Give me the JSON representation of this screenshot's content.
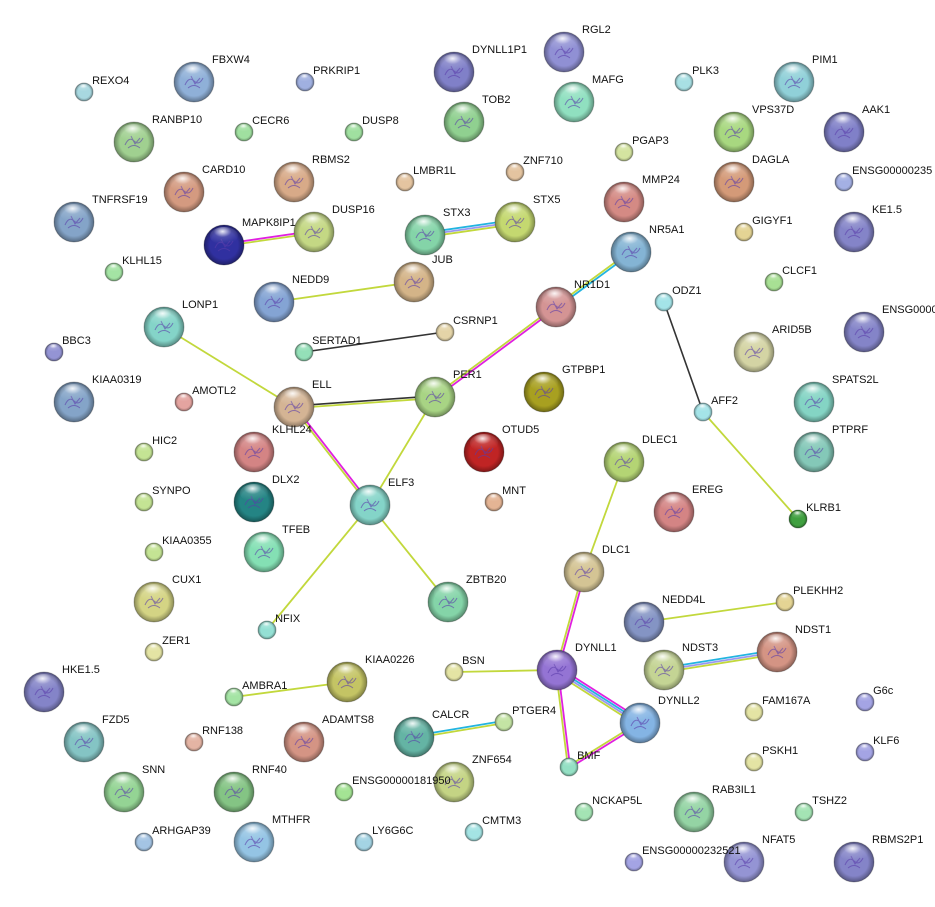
{
  "evidence_colors": {
    "magenta": "#e020e0",
    "yellowgreen": "#c2d83c",
    "blue": "#22b4e0",
    "purple": "#9a96f0",
    "dark": "#333333"
  },
  "nodes": [
    {
      "label": "REXO4",
      "color": "#a8d8e0",
      "structure": false
    },
    {
      "label": "FBXW4",
      "color": "#8fb0d8",
      "structure": true
    },
    {
      "label": "PRKRIP1",
      "color": "#a0b0e0",
      "structure": false
    },
    {
      "label": "DYNLL1P1",
      "color": "#8080c8",
      "structure": true
    },
    {
      "label": "RGL2",
      "color": "#9090d4",
      "structure": true
    },
    {
      "label": "PLK3",
      "color": "#a8e0e4",
      "structure": false
    },
    {
      "label": "PIM1",
      "color": "#90d0d8",
      "structure": true
    },
    {
      "label": "RANBP10",
      "color": "#a0d090",
      "structure": true
    },
    {
      "label": "CECR6",
      "color": "#a0e0a0",
      "structure": false
    },
    {
      "label": "DUSP8",
      "color": "#a0e0a0",
      "structure": false
    },
    {
      "label": "TOB2",
      "color": "#90d090",
      "structure": true
    },
    {
      "label": "MAFG",
      "color": "#90e0c0",
      "structure": true
    },
    {
      "label": "VPS37D",
      "color": "#a8d880",
      "structure": true
    },
    {
      "label": "AAK1",
      "color": "#8080c8",
      "structure": true
    },
    {
      "label": "PGAP3",
      "color": "#d4e4a0",
      "structure": false
    },
    {
      "label": "CARD10",
      "color": "#d49a80",
      "structure": true
    },
    {
      "label": "RBMS2",
      "color": "#d8aa88",
      "structure": true
    },
    {
      "label": "LMBR1L",
      "color": "#e4c4a0",
      "structure": false
    },
    {
      "label": "ZNF710",
      "color": "#e4c4a0",
      "structure": false
    },
    {
      "label": "DAGLA",
      "color": "#d49a78",
      "structure": true
    },
    {
      "label": "ENSG00000235",
      "color": "#a4b0e4",
      "structure": false
    },
    {
      "label": "MMP24",
      "color": "#d48a84",
      "structure": true
    },
    {
      "label": "TNFRSF19",
      "color": "#84a4c8",
      "structure": true
    },
    {
      "label": "MAPK8IP1",
      "color": "#3030a0",
      "structure": true
    },
    {
      "label": "DUSP16",
      "color": "#c4d884",
      "structure": true
    },
    {
      "label": "STX3",
      "color": "#84d4a8",
      "structure": true
    },
    {
      "label": "STX5",
      "color": "#c4d870",
      "structure": true
    },
    {
      "label": "GIGYF1",
      "color": "#e4d494",
      "structure": false
    },
    {
      "label": "KE1.5",
      "color": "#8484c8",
      "structure": true
    },
    {
      "label": "NR5A1",
      "color": "#84b4d4",
      "structure": true
    },
    {
      "label": "KLHL15",
      "color": "#a4e4a4",
      "structure": false
    },
    {
      "label": "CLCF1",
      "color": "#a8e094",
      "structure": false
    },
    {
      "label": "NEDD9",
      "color": "#84a4d4",
      "structure": true
    },
    {
      "label": "JUB",
      "color": "#d4b488",
      "structure": true
    },
    {
      "label": "ODZ1",
      "color": "#a4e4e8",
      "structure": false
    },
    {
      "label": "NR1D1",
      "color": "#d49494",
      "structure": true
    },
    {
      "label": "LONP1",
      "color": "#84d4c8",
      "structure": true
    },
    {
      "label": "ENSG0000",
      "color": "#8484c8",
      "structure": true
    },
    {
      "label": "CSRNP1",
      "color": "#e4d4a8",
      "structure": false
    },
    {
      "label": "SERTAD1",
      "color": "#94e0b8",
      "structure": false
    },
    {
      "label": "BBC3",
      "color": "#9494d4",
      "structure": false
    },
    {
      "label": "ARID5B",
      "color": "#d4d4a4",
      "structure": true
    },
    {
      "label": "GTPBP1",
      "color": "#a8a020",
      "structure": true
    },
    {
      "label": "PER1",
      "color": "#a8d484",
      "structure": true
    },
    {
      "label": "KIAA0319",
      "color": "#84a4c8",
      "structure": true
    },
    {
      "label": "AMOTL2",
      "color": "#e4a4a0",
      "structure": false
    },
    {
      "label": "ELL",
      "color": "#d4b494",
      "structure": true
    },
    {
      "label": "SPATS2L",
      "color": "#84d4c4",
      "structure": true
    },
    {
      "label": "AFF2",
      "color": "#a4e4e8",
      "structure": false
    },
    {
      "label": "HIC2",
      "color": "#c4e494",
      "structure": false
    },
    {
      "label": "KLHL24",
      "color": "#d48484",
      "structure": true
    },
    {
      "label": "OTUD5",
      "color": "#c02424",
      "structure": true
    },
    {
      "label": "PTPRF",
      "color": "#84c8b8",
      "structure": true
    },
    {
      "label": "DLEC1",
      "color": "#b4d474",
      "structure": true
    },
    {
      "label": "DLX2",
      "color": "#248484",
      "structure": true
    },
    {
      "label": "ELF3",
      "color": "#84d4c8",
      "structure": true
    },
    {
      "label": "SYNPO",
      "color": "#c4e494",
      "structure": false
    },
    {
      "label": "MNT",
      "color": "#e4b494",
      "structure": false
    },
    {
      "label": "EREG",
      "color": "#d48484",
      "structure": true
    },
    {
      "label": "KLRB1",
      "color": "#40a040",
      "structure": false
    },
    {
      "label": "KIAA0355",
      "color": "#c4e494",
      "structure": false
    },
    {
      "label": "TFEB",
      "color": "#84e0b4",
      "structure": true
    },
    {
      "label": "DLC1",
      "color": "#d4c494",
      "structure": true
    },
    {
      "label": "CUX1",
      "color": "#d4d484",
      "structure": true
    },
    {
      "label": "ZBTB20",
      "color": "#84d4a8",
      "structure": true
    },
    {
      "label": "PLEKHH2",
      "color": "#e4d494",
      "structure": false
    },
    {
      "label": "NFIX",
      "color": "#94e0d4",
      "structure": false
    },
    {
      "label": "NEDD4L",
      "color": "#8494c4",
      "structure": true
    },
    {
      "label": "ZER1",
      "color": "#e4e4a4",
      "structure": false
    },
    {
      "label": "NDST1",
      "color": "#d49484",
      "structure": true
    },
    {
      "label": "KIAA0226",
      "color": "#c4c464",
      "structure": true
    },
    {
      "label": "BSN",
      "color": "#e4e4a4",
      "structure": false
    },
    {
      "label": "DYNLL1",
      "color": "#9474d4",
      "structure": true
    },
    {
      "label": "NDST3",
      "color": "#c4d494",
      "structure": true
    },
    {
      "label": "HKE1.5",
      "color": "#8484c8",
      "structure": true
    },
    {
      "label": "AMBRA1",
      "color": "#a4e4a4",
      "structure": false
    },
    {
      "label": "G6c",
      "color": "#a4a4e4",
      "structure": false
    },
    {
      "label": "FAM167A",
      "color": "#e4e4a4",
      "structure": false
    },
    {
      "label": "DYNLL2",
      "color": "#84b4e4",
      "structure": true
    },
    {
      "label": "FZD5",
      "color": "#84c4c4",
      "structure": true
    },
    {
      "label": "RNF138",
      "color": "#e4b4a4",
      "structure": false
    },
    {
      "label": "ADAMTS8",
      "color": "#d49484",
      "structure": true
    },
    {
      "label": "CALCR",
      "color": "#64b4a4",
      "structure": true
    },
    {
      "label": "PTGER4",
      "color": "#c4e4a4",
      "structure": false
    },
    {
      "label": "KLF6",
      "color": "#a4a4e4",
      "structure": false
    },
    {
      "label": "PSKH1",
      "color": "#e4e4a4",
      "structure": false
    },
    {
      "label": "BMF",
      "color": "#94e0c4",
      "structure": false
    },
    {
      "label": "SNN",
      "color": "#94d494",
      "structure": true
    },
    {
      "label": "RNF40",
      "color": "#84c484",
      "structure": true
    },
    {
      "label": "ENSG00000181950",
      "color": "#a4e494",
      "structure": false
    },
    {
      "label": "ZNF654",
      "color": "#c4d484",
      "structure": true
    },
    {
      "label": "NCKAP5L",
      "color": "#a4e4b4",
      "structure": false
    },
    {
      "label": "RAB3IL1",
      "color": "#94d4a4",
      "structure": true
    },
    {
      "label": "TSHZ2",
      "color": "#a4e4b4",
      "structure": false
    },
    {
      "label": "ARHGAP39",
      "color": "#a4c4e4",
      "structure": false
    },
    {
      "label": "MTHFR",
      "color": "#94c4e4",
      "structure": true
    },
    {
      "label": "LY6G6C",
      "color": "#a4d4e4",
      "structure": false
    },
    {
      "label": "CMTM3",
      "color": "#a4e4e4",
      "structure": false
    },
    {
      "label": "ENSG00000232521",
      "color": "#a4a4e4",
      "structure": false
    },
    {
      "label": "NFAT5",
      "color": "#9494d4",
      "structure": true
    },
    {
      "label": "RBMS2P1",
      "color": "#8484c8",
      "structure": true
    }
  ],
  "edges": [
    {
      "source": "MAPK8IP1",
      "target": "DUSP16",
      "evidence": [
        "magenta",
        "yellowgreen"
      ]
    },
    {
      "source": "STX3",
      "target": "STX5",
      "evidence": [
        "blue",
        "purple",
        "yellowgreen"
      ]
    },
    {
      "source": "NEDD9",
      "target": "JUB",
      "evidence": [
        "yellowgreen"
      ]
    },
    {
      "source": "SERTAD1",
      "target": "CSRNP1",
      "evidence": [
        "dark"
      ]
    },
    {
      "source": "NR5A1",
      "target": "NR1D1",
      "evidence": [
        "blue",
        "yellowgreen"
      ]
    },
    {
      "source": "NR1D1",
      "target": "PER1",
      "evidence": [
        "magenta",
        "yellowgreen"
      ]
    },
    {
      "source": "ODZ1",
      "target": "AFF2",
      "evidence": [
        "dark"
      ]
    },
    {
      "source": "AFF2",
      "target": "KLRB1",
      "evidence": [
        "yellowgreen"
      ]
    },
    {
      "source": "LONP1",
      "target": "ELL",
      "evidence": [
        "yellowgreen"
      ]
    },
    {
      "source": "ELL",
      "target": "PER1",
      "evidence": [
        "dark",
        "yellowgreen"
      ]
    },
    {
      "source": "ELL",
      "target": "ELF3",
      "evidence": [
        "magenta",
        "yellowgreen"
      ]
    },
    {
      "source": "PER1",
      "target": "ELF3",
      "evidence": [
        "yellowgreen"
      ]
    },
    {
      "source": "ELF3",
      "target": "NFIX",
      "evidence": [
        "yellowgreen"
      ]
    },
    {
      "source": "ELF3",
      "target": "ZBTB20",
      "evidence": [
        "yellowgreen"
      ]
    },
    {
      "source": "DLEC1",
      "target": "DLC1",
      "evidence": [
        "yellowgreen"
      ]
    },
    {
      "source": "DLC1",
      "target": "DYNLL1",
      "evidence": [
        "magenta",
        "yellowgreen"
      ]
    },
    {
      "source": "NEDD4L",
      "target": "PLEKHH2",
      "evidence": [
        "yellowgreen"
      ]
    },
    {
      "source": "NDST3",
      "target": "NDST1",
      "evidence": [
        "blue",
        "purple",
        "yellowgreen"
      ]
    },
    {
      "source": "AMBRA1",
      "target": "KIAA0226",
      "evidence": [
        "yellowgreen"
      ]
    },
    {
      "source": "BSN",
      "target": "DYNLL1",
      "evidence": [
        "yellowgreen"
      ]
    },
    {
      "source": "DYNLL1",
      "target": "DYNLL2",
      "evidence": [
        "magenta",
        "blue",
        "purple",
        "yellowgreen"
      ]
    },
    {
      "source": "DYNLL1",
      "target": "BMF",
      "evidence": [
        "magenta",
        "yellowgreen"
      ]
    },
    {
      "source": "DYNLL2",
      "target": "BMF",
      "evidence": [
        "magenta",
        "yellowgreen"
      ]
    },
    {
      "source": "CALCR",
      "target": "PTGER4",
      "evidence": [
        "blue",
        "yellowgreen"
      ]
    }
  ]
}
